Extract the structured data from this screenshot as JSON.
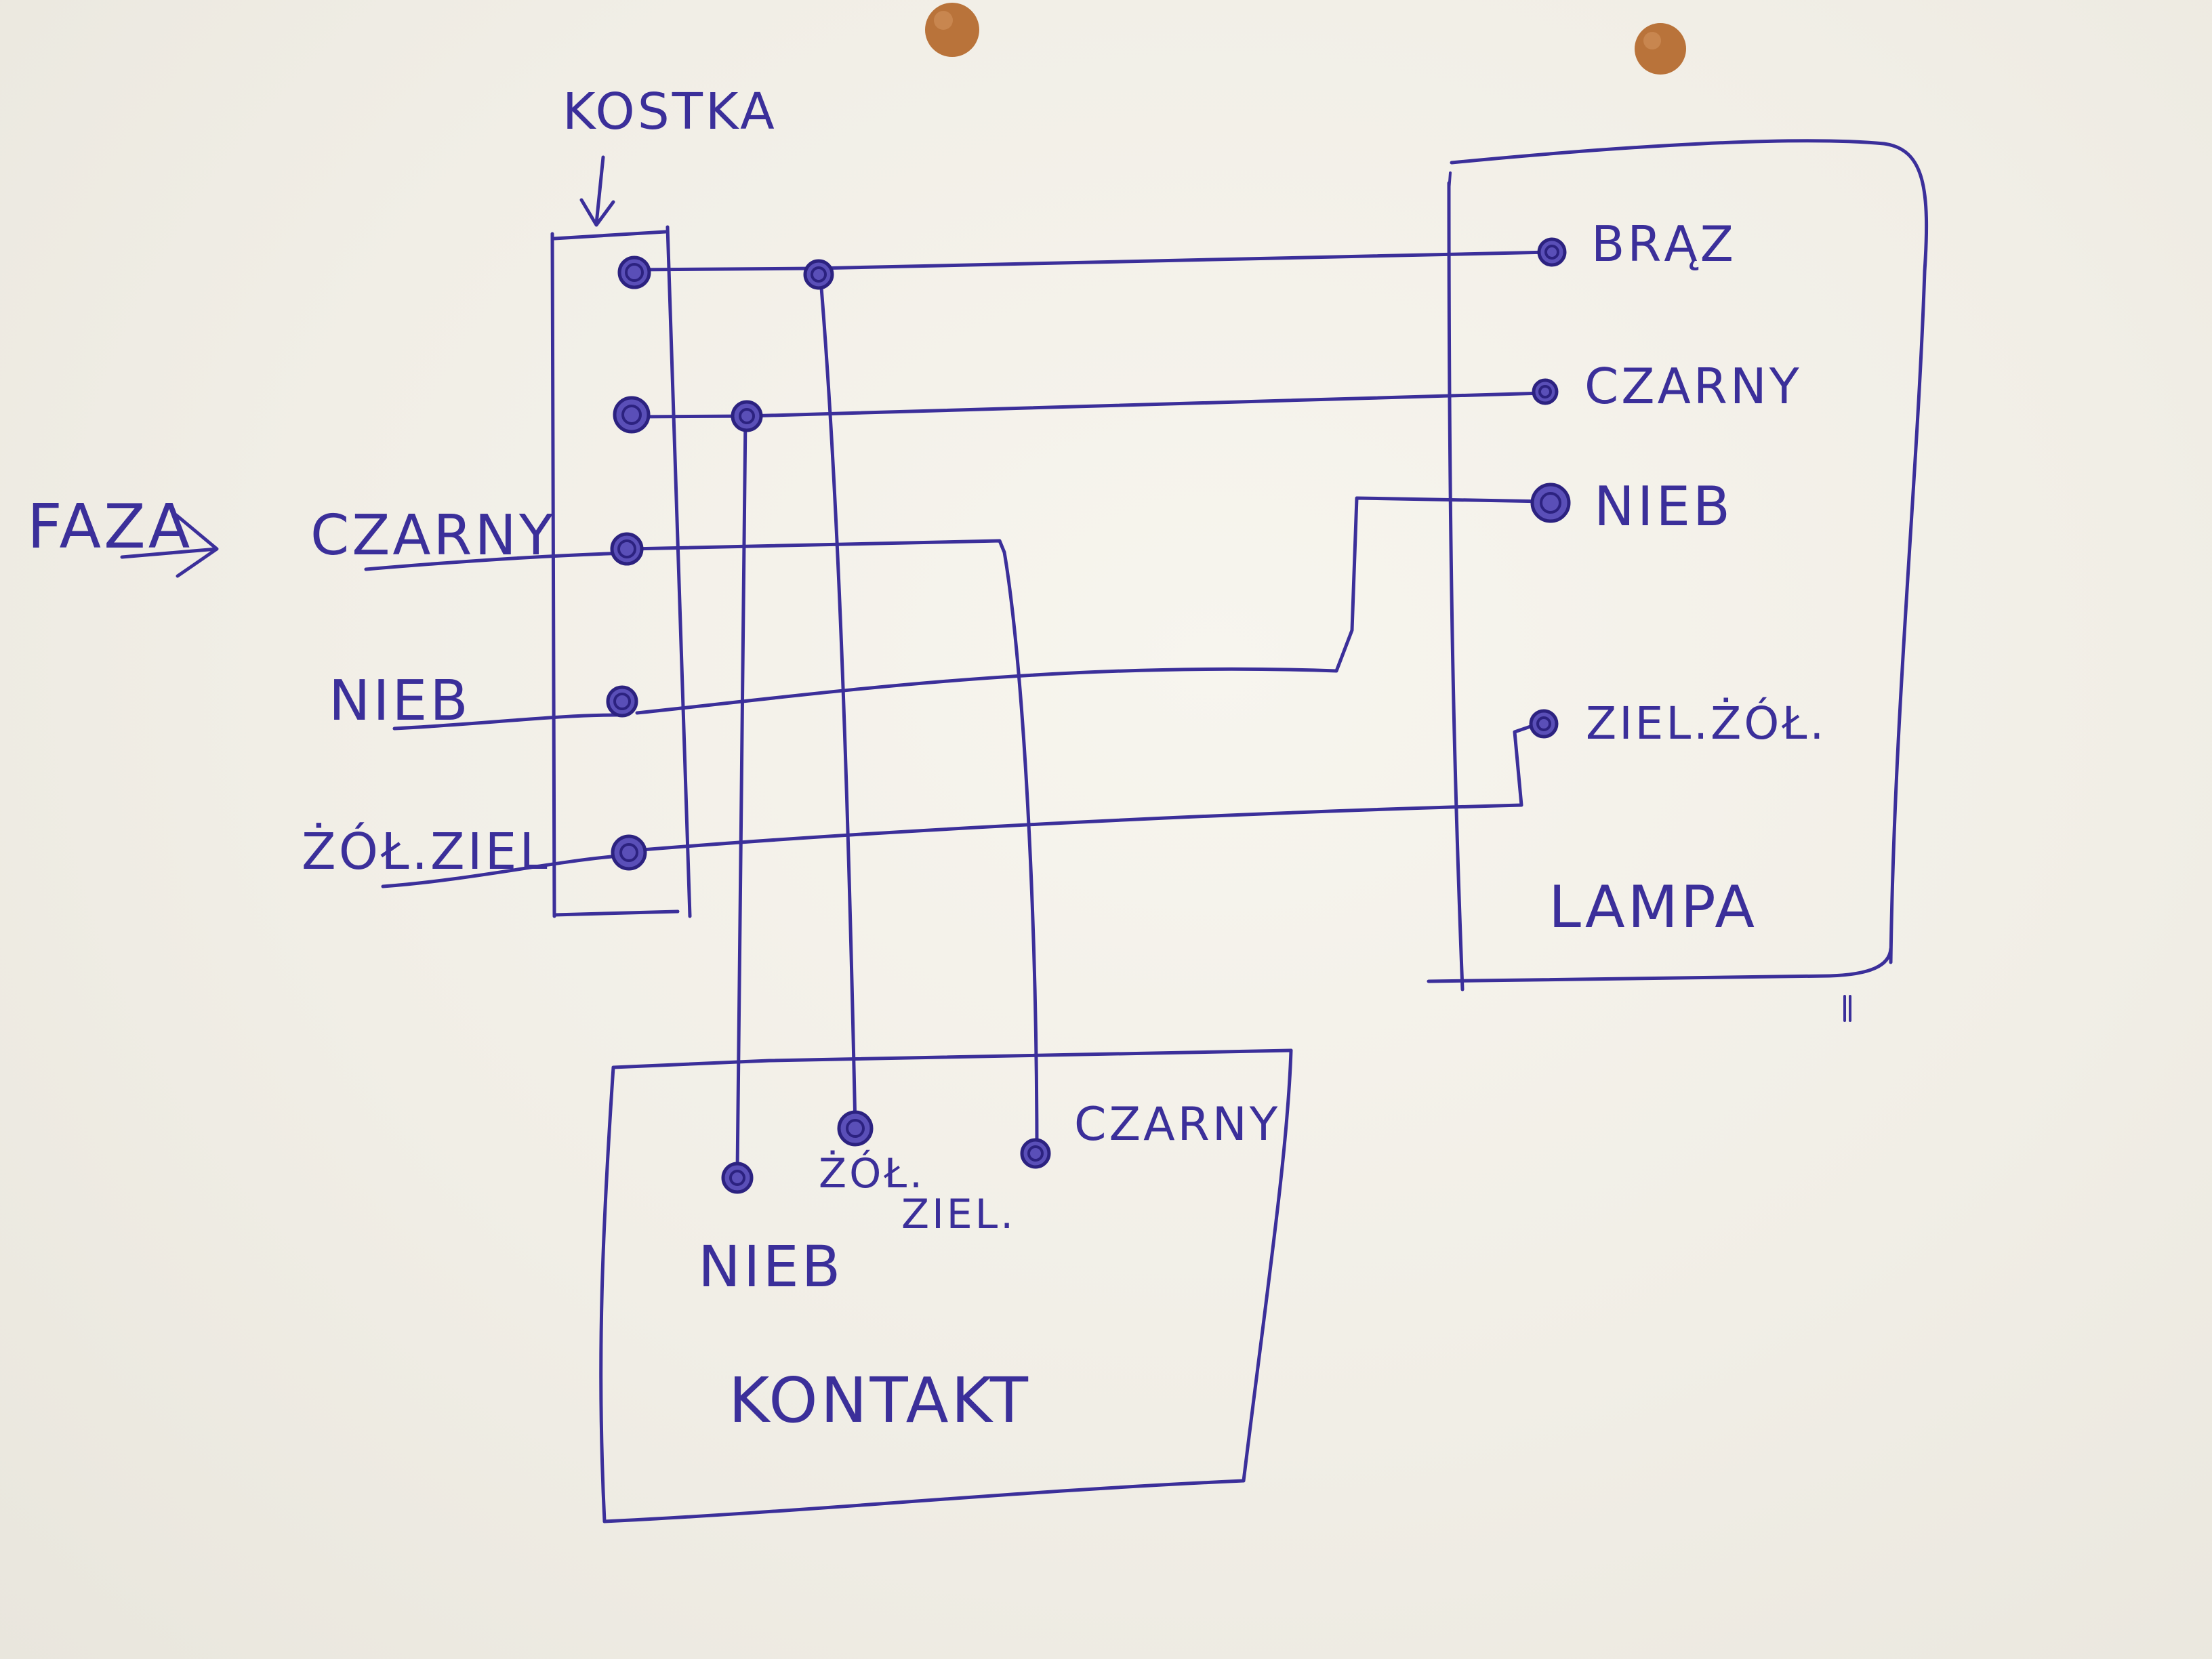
{
  "labels": {
    "kostka": "KOSTKA",
    "faza": "FAZA",
    "input_czarny": "CZARNY",
    "input_nieb": "NIEB",
    "input_zolziel": "ŻÓŁ.ZIEL",
    "lampa_braz": "BRĄZ",
    "lampa_czarny": "CZARNY",
    "lampa_nieb": "NIEB",
    "lampa_zielzol": "ZIEL.ŻÓŁ.",
    "lampa_title": "LAMPA",
    "kontakt_nieb": "NIEB",
    "kontakt_zolziel_1": "ŻÓŁ.",
    "kontakt_zolziel_2": "ZIEL.",
    "kontakt_czarny": "CZARNY",
    "kontakt_title": "KONTAKT"
  },
  "colors": {
    "ink": "#3b2f9a",
    "paper": "#f2efe7",
    "punch_hole": "#b9733a"
  }
}
